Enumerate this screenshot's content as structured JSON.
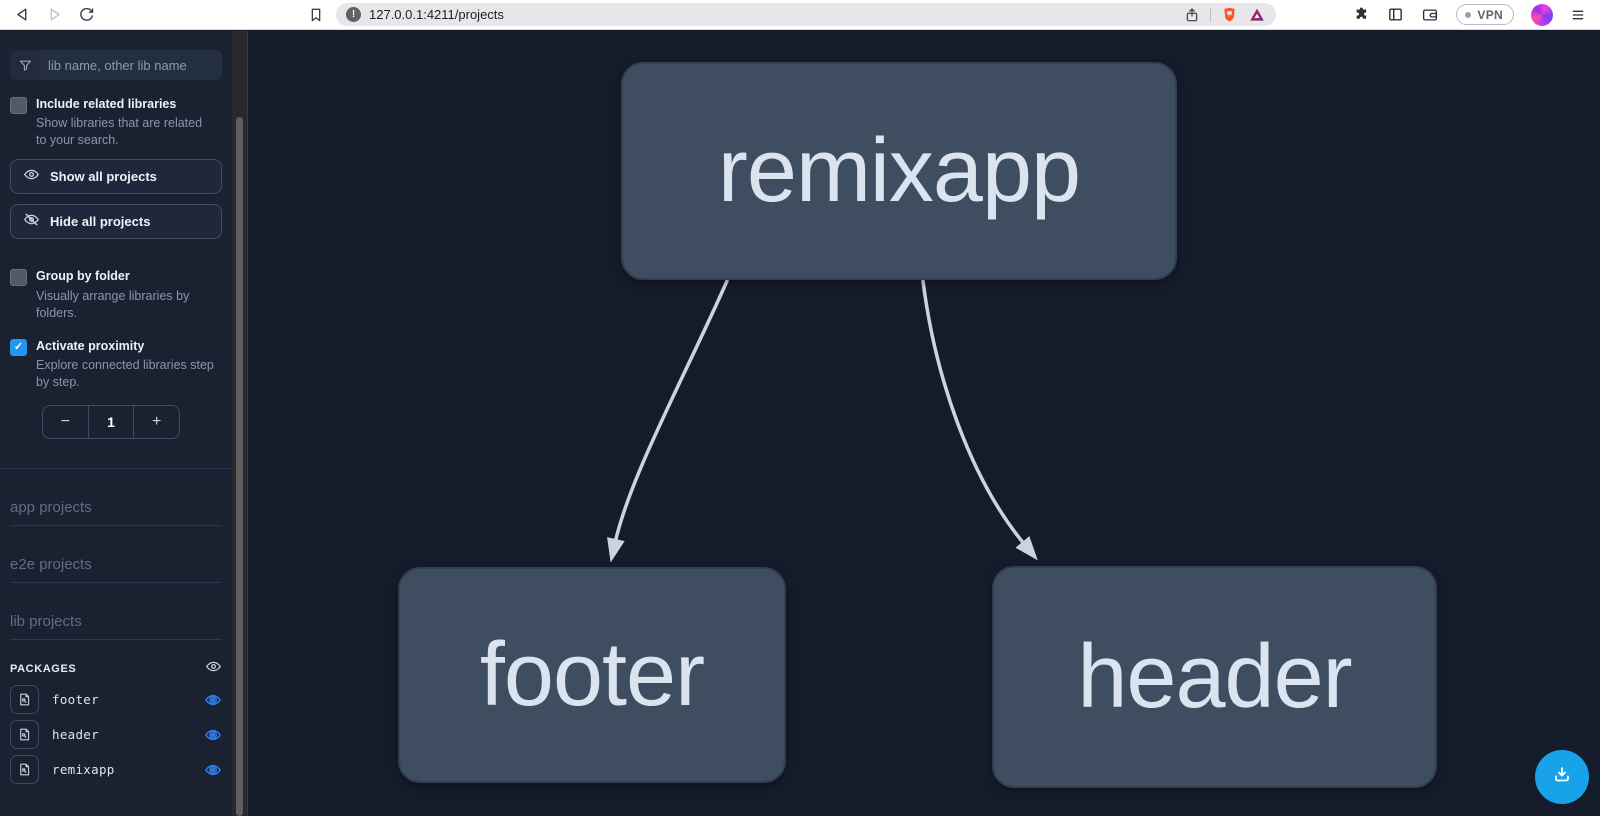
{
  "browser": {
    "url": "127.0.0.1:4211/projects",
    "vpn_label": "VPN"
  },
  "sidebar": {
    "search_placeholder": "lib name, other lib name",
    "options": [
      {
        "label": "Include related libraries",
        "description": "Show libraries that are related to your search.",
        "checked": false
      },
      {
        "label": "Group by folder",
        "description": "Visually arrange libraries by folders.",
        "checked": false
      },
      {
        "label": "Activate proximity",
        "description": "Explore connected libraries step by step.",
        "checked": true
      }
    ],
    "show_all_label": "Show all projects",
    "hide_all_label": "Hide all projects",
    "stepper": {
      "minus": "−",
      "value": "1",
      "plus": "+"
    },
    "section_headings": [
      "app projects",
      "e2e projects",
      "lib projects"
    ],
    "packages_heading": "PACKAGES",
    "packages": [
      {
        "name": "footer"
      },
      {
        "name": "header"
      },
      {
        "name": "remixapp"
      }
    ]
  },
  "graph": {
    "nodes": [
      {
        "label": "remixapp"
      },
      {
        "label": "footer"
      },
      {
        "label": "header"
      }
    ],
    "edges": [
      {
        "source": "remixapp",
        "target": "footer"
      },
      {
        "source": "remixapp",
        "target": "header"
      }
    ]
  },
  "colors": {
    "chrome_bg": "#ffffff",
    "urlbar_bg": "#e7e7e9",
    "sidebar_bg": "#1a2232",
    "graph_bg": "#141b2a",
    "node_fill": "#3f4d60",
    "node_text": "#dbe3ee",
    "edge": "#c9d4e3",
    "accent_blue_eye": "#2e7ff0",
    "checkbox_checked": "#2196f3",
    "fab_blue": "#17a2ea",
    "brave_shield": "#fb542b"
  }
}
